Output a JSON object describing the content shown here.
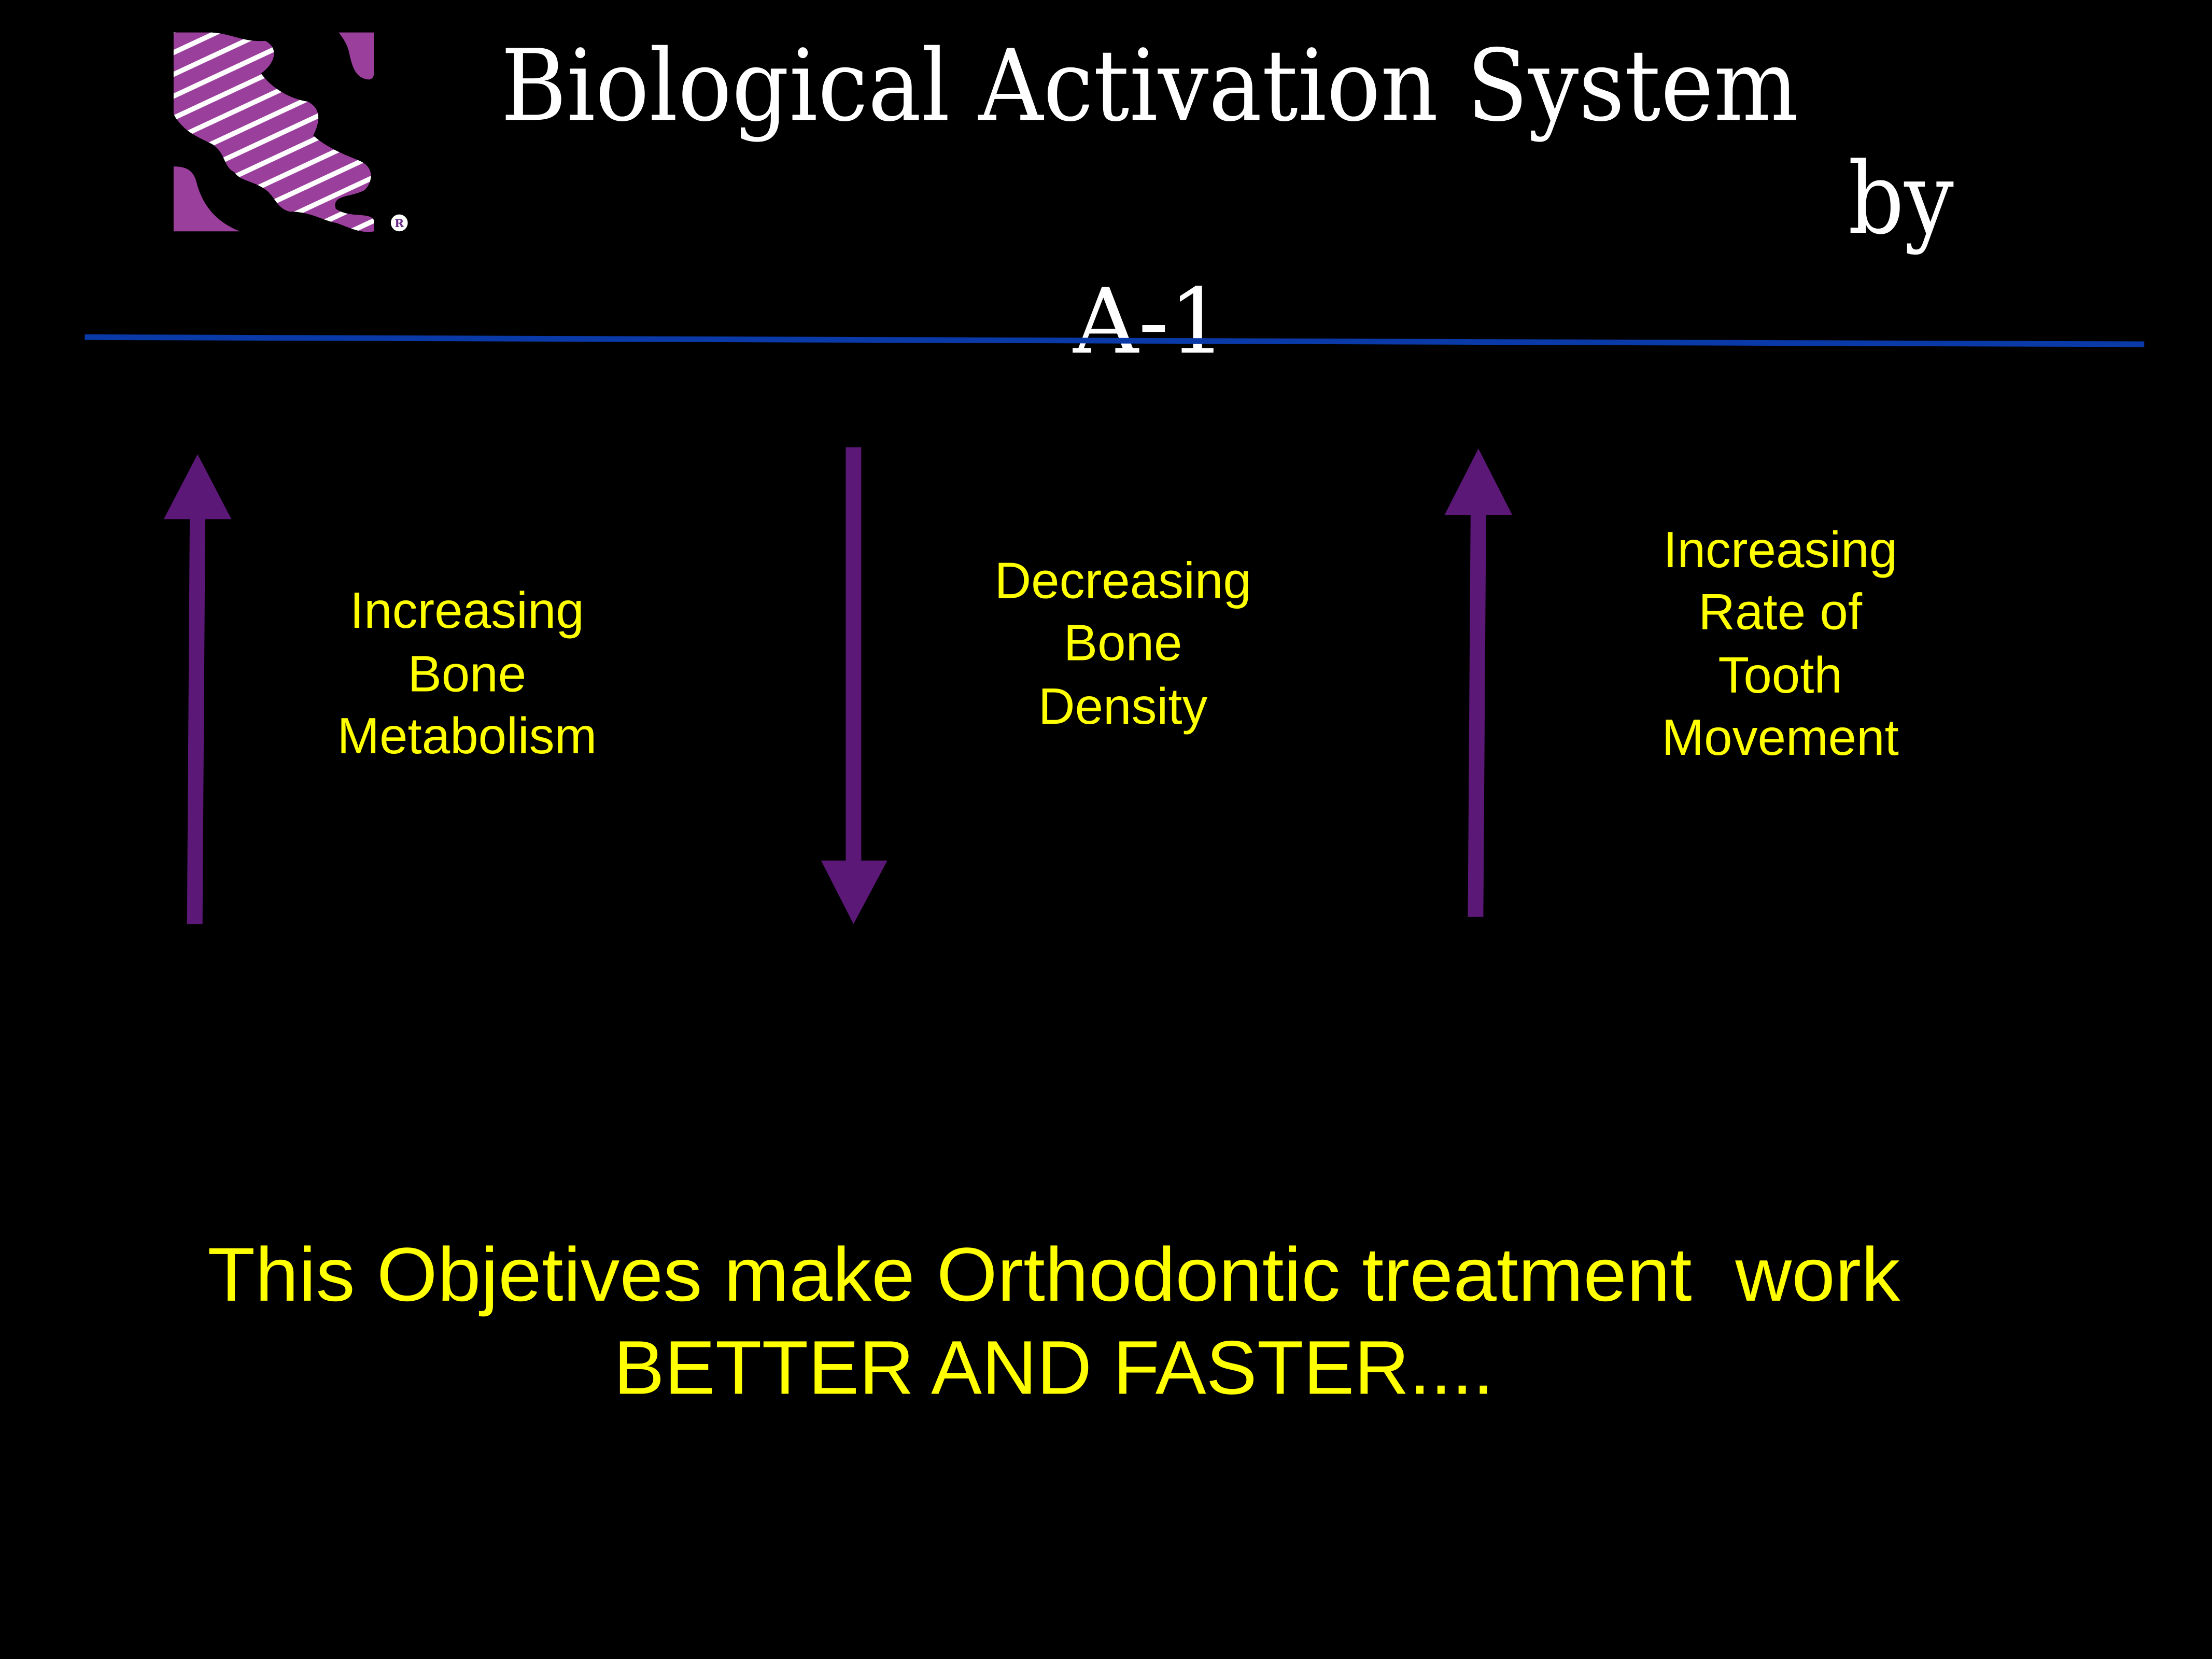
{
  "title": {
    "main": "Biological Activation System",
    "by": "by",
    "product": "A-1"
  },
  "logo": {
    "registered_mark": "R"
  },
  "colors": {
    "background": "#000000",
    "title": "#ffffff",
    "text": "#ffff00",
    "arrow": "#5b1877",
    "divider": "#0a3aa8",
    "logo": "#9b3f9d"
  },
  "effects": [
    {
      "direction": "up",
      "icon": "arrow-up-icon",
      "lines": [
        "Increasing",
        "Bone",
        "Metabolism"
      ]
    },
    {
      "direction": "down",
      "icon": "arrow-down-icon",
      "lines": [
        "Decreasing",
        "Bone",
        "Density"
      ]
    },
    {
      "direction": "up",
      "icon": "arrow-up-icon",
      "lines": [
        "Increasing",
        "Rate of",
        "Tooth",
        "Movement"
      ]
    }
  ],
  "conclusion": {
    "line1": "This Objetives make Orthodontic treatment  work",
    "line2": "BETTER AND FASTER...."
  }
}
